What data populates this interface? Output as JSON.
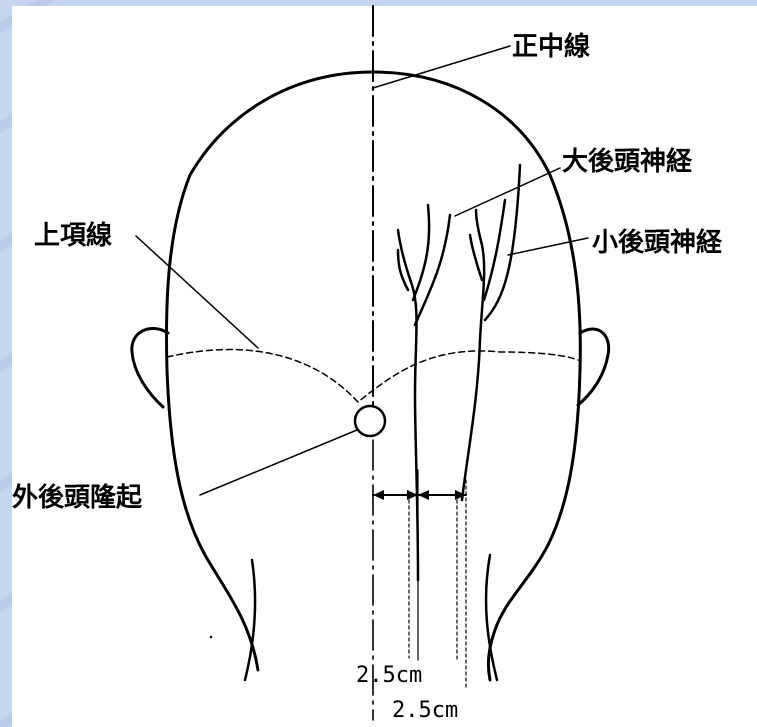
{
  "labels": {
    "midline": "正中線",
    "greater_occipital_nerve": "大後頭神経",
    "lesser_occipital_nerve": "小後頭神経",
    "superior_nuchal_line": "上項線",
    "external_occipital_protuberance": "外後頭隆起"
  },
  "dimensions": {
    "first": "2.5cm",
    "second": "2.5cm"
  },
  "colors": {
    "background": "#c7d5ee",
    "panel": "#ffffff",
    "ink": "#000000"
  }
}
